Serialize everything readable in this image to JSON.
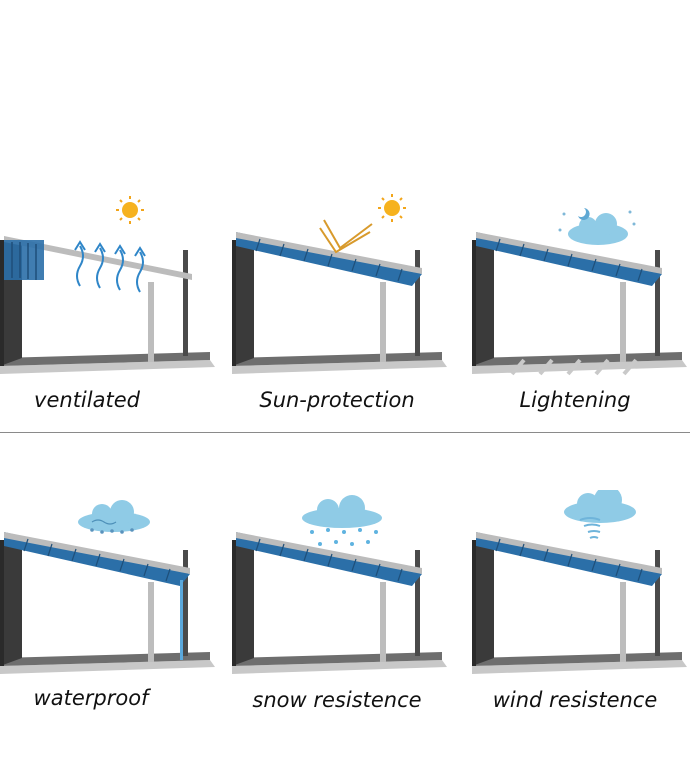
{
  "panels": [
    {
      "label": "ventilated",
      "icon": "sun-icon",
      "effect": "airflow-arrows-icon"
    },
    {
      "label": "Sun-protection",
      "icon": "sun-icon",
      "effect": "reflection-arrow-icon"
    },
    {
      "label": "Lightening",
      "icon": "cloud-moon-icon",
      "effect": "light-stripes"
    },
    {
      "label": "waterproof",
      "icon": "rain-cloud-icon",
      "effect": "rain-drops"
    },
    {
      "label": "snow resistence",
      "icon": "snow-cloud-icon",
      "effect": "snowflakes"
    },
    {
      "label": "wind resistence",
      "icon": "wind-cloud-icon",
      "effect": "tornado"
    }
  ],
  "colors": {
    "roof_blue": "#2b6fa8",
    "roof_blue_light": "#4a93c9",
    "frame_gray": "#b9b9b9",
    "wall_dark": "#3a3a3a",
    "floor_gray": "#7a7a7a",
    "sun_orange": "#f2a51a",
    "cloud_blue": "#8fcbe6"
  }
}
